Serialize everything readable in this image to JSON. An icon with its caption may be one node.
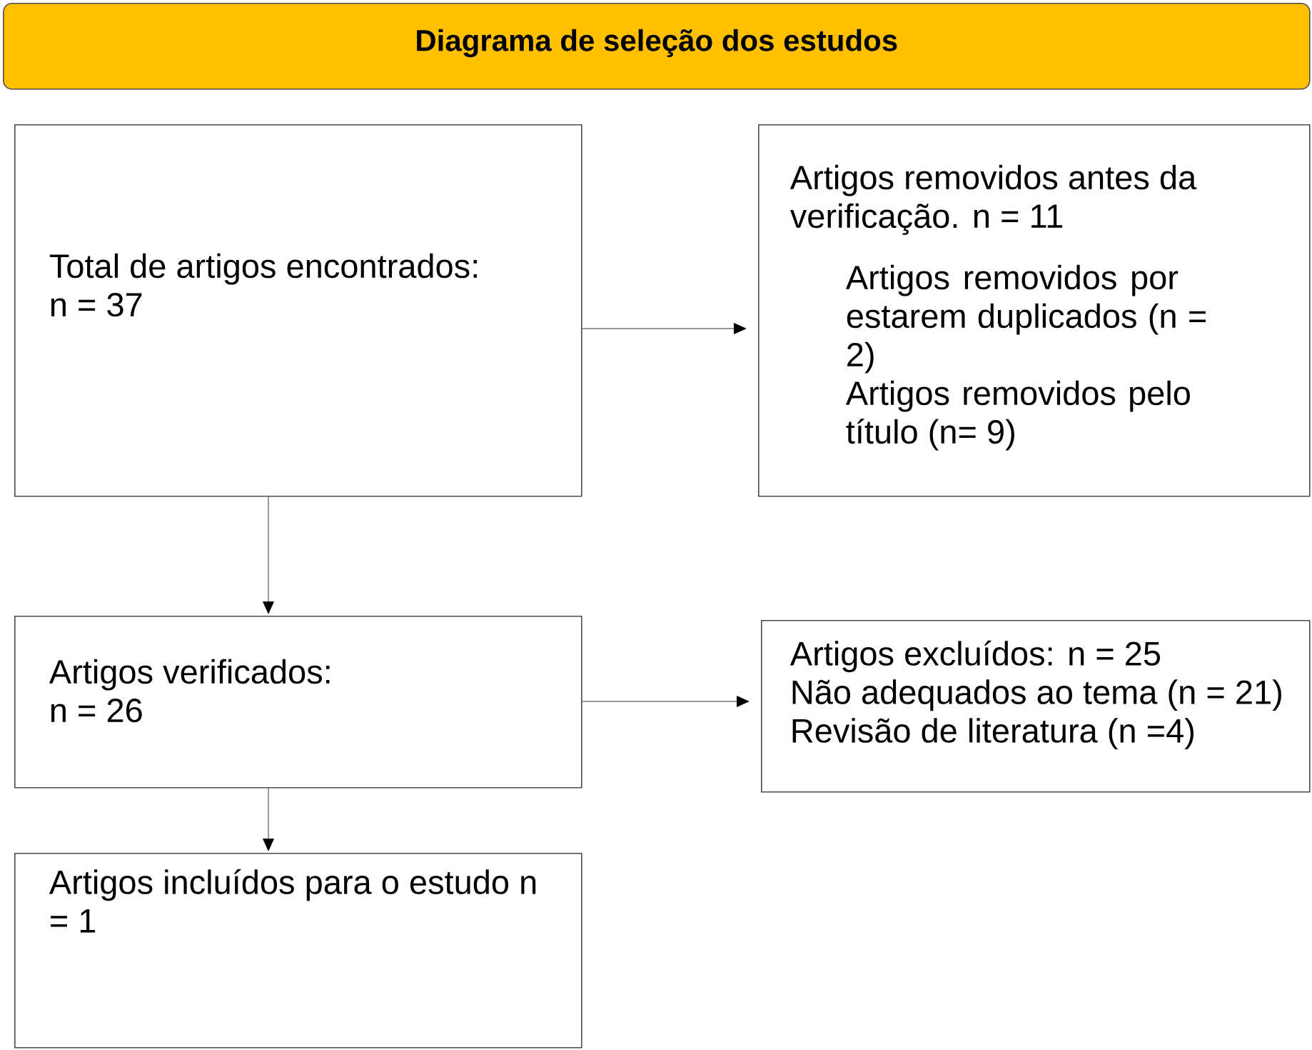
{
  "diagram": {
    "nodes": [
      {
        "text": [
          "Diagrama de seleção dos estudos"
        ]
      },
      {
        "text": [
          "Total de artigos encontrados: n = 37"
        ]
      },
      {
        "text": [
          "Artigos removidos antes da verificação. n = 11",
          "Artigos removidos por estarem duplicados (n = 2)",
          "Artigos removidos pelo título (n= 9)"
        ]
      },
      {
        "text": [
          "Artigos verificados: n = 26"
        ]
      },
      {
        "text": [
          "Artigos excluídos: n = 25",
          "Não adequados ao tema (n = 21)",
          "Revisão de literatura (n =4)"
        ]
      },
      {
        "text": [
          "Artigos incluídos para o estudo n = 1"
        ]
      }
    ],
    "edges": [
      {
        "from": 1,
        "to": 2,
        "arrow": "to"
      },
      {
        "from": 1,
        "to": 3,
        "arrow": "to"
      },
      {
        "from": 3,
        "to": 4,
        "arrow": "to"
      },
      {
        "from": 3,
        "to": 5,
        "arrow": "to"
      }
    ]
  }
}
